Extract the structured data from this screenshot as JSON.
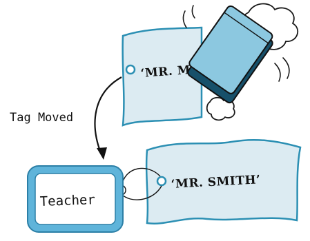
{
  "diagram": {
    "top_tag_text": "‘MR. MO",
    "bottom_tag_text": "‘MR. SMITH’",
    "arrow_label": "Tag Moved",
    "label_box_text": "Teacher"
  },
  "colors": {
    "tag_fill": "#dcebf2",
    "tag_stroke": "#2b8fb3",
    "eraser_blue": "#8cc8e0",
    "eraser_dark": "#17506a",
    "label_frame": "#5fb4da",
    "ink": "#111111"
  },
  "icons": [
    "eraser-icon",
    "dust-cloud-icon",
    "arrow-icon",
    "string-loop-icon"
  ]
}
